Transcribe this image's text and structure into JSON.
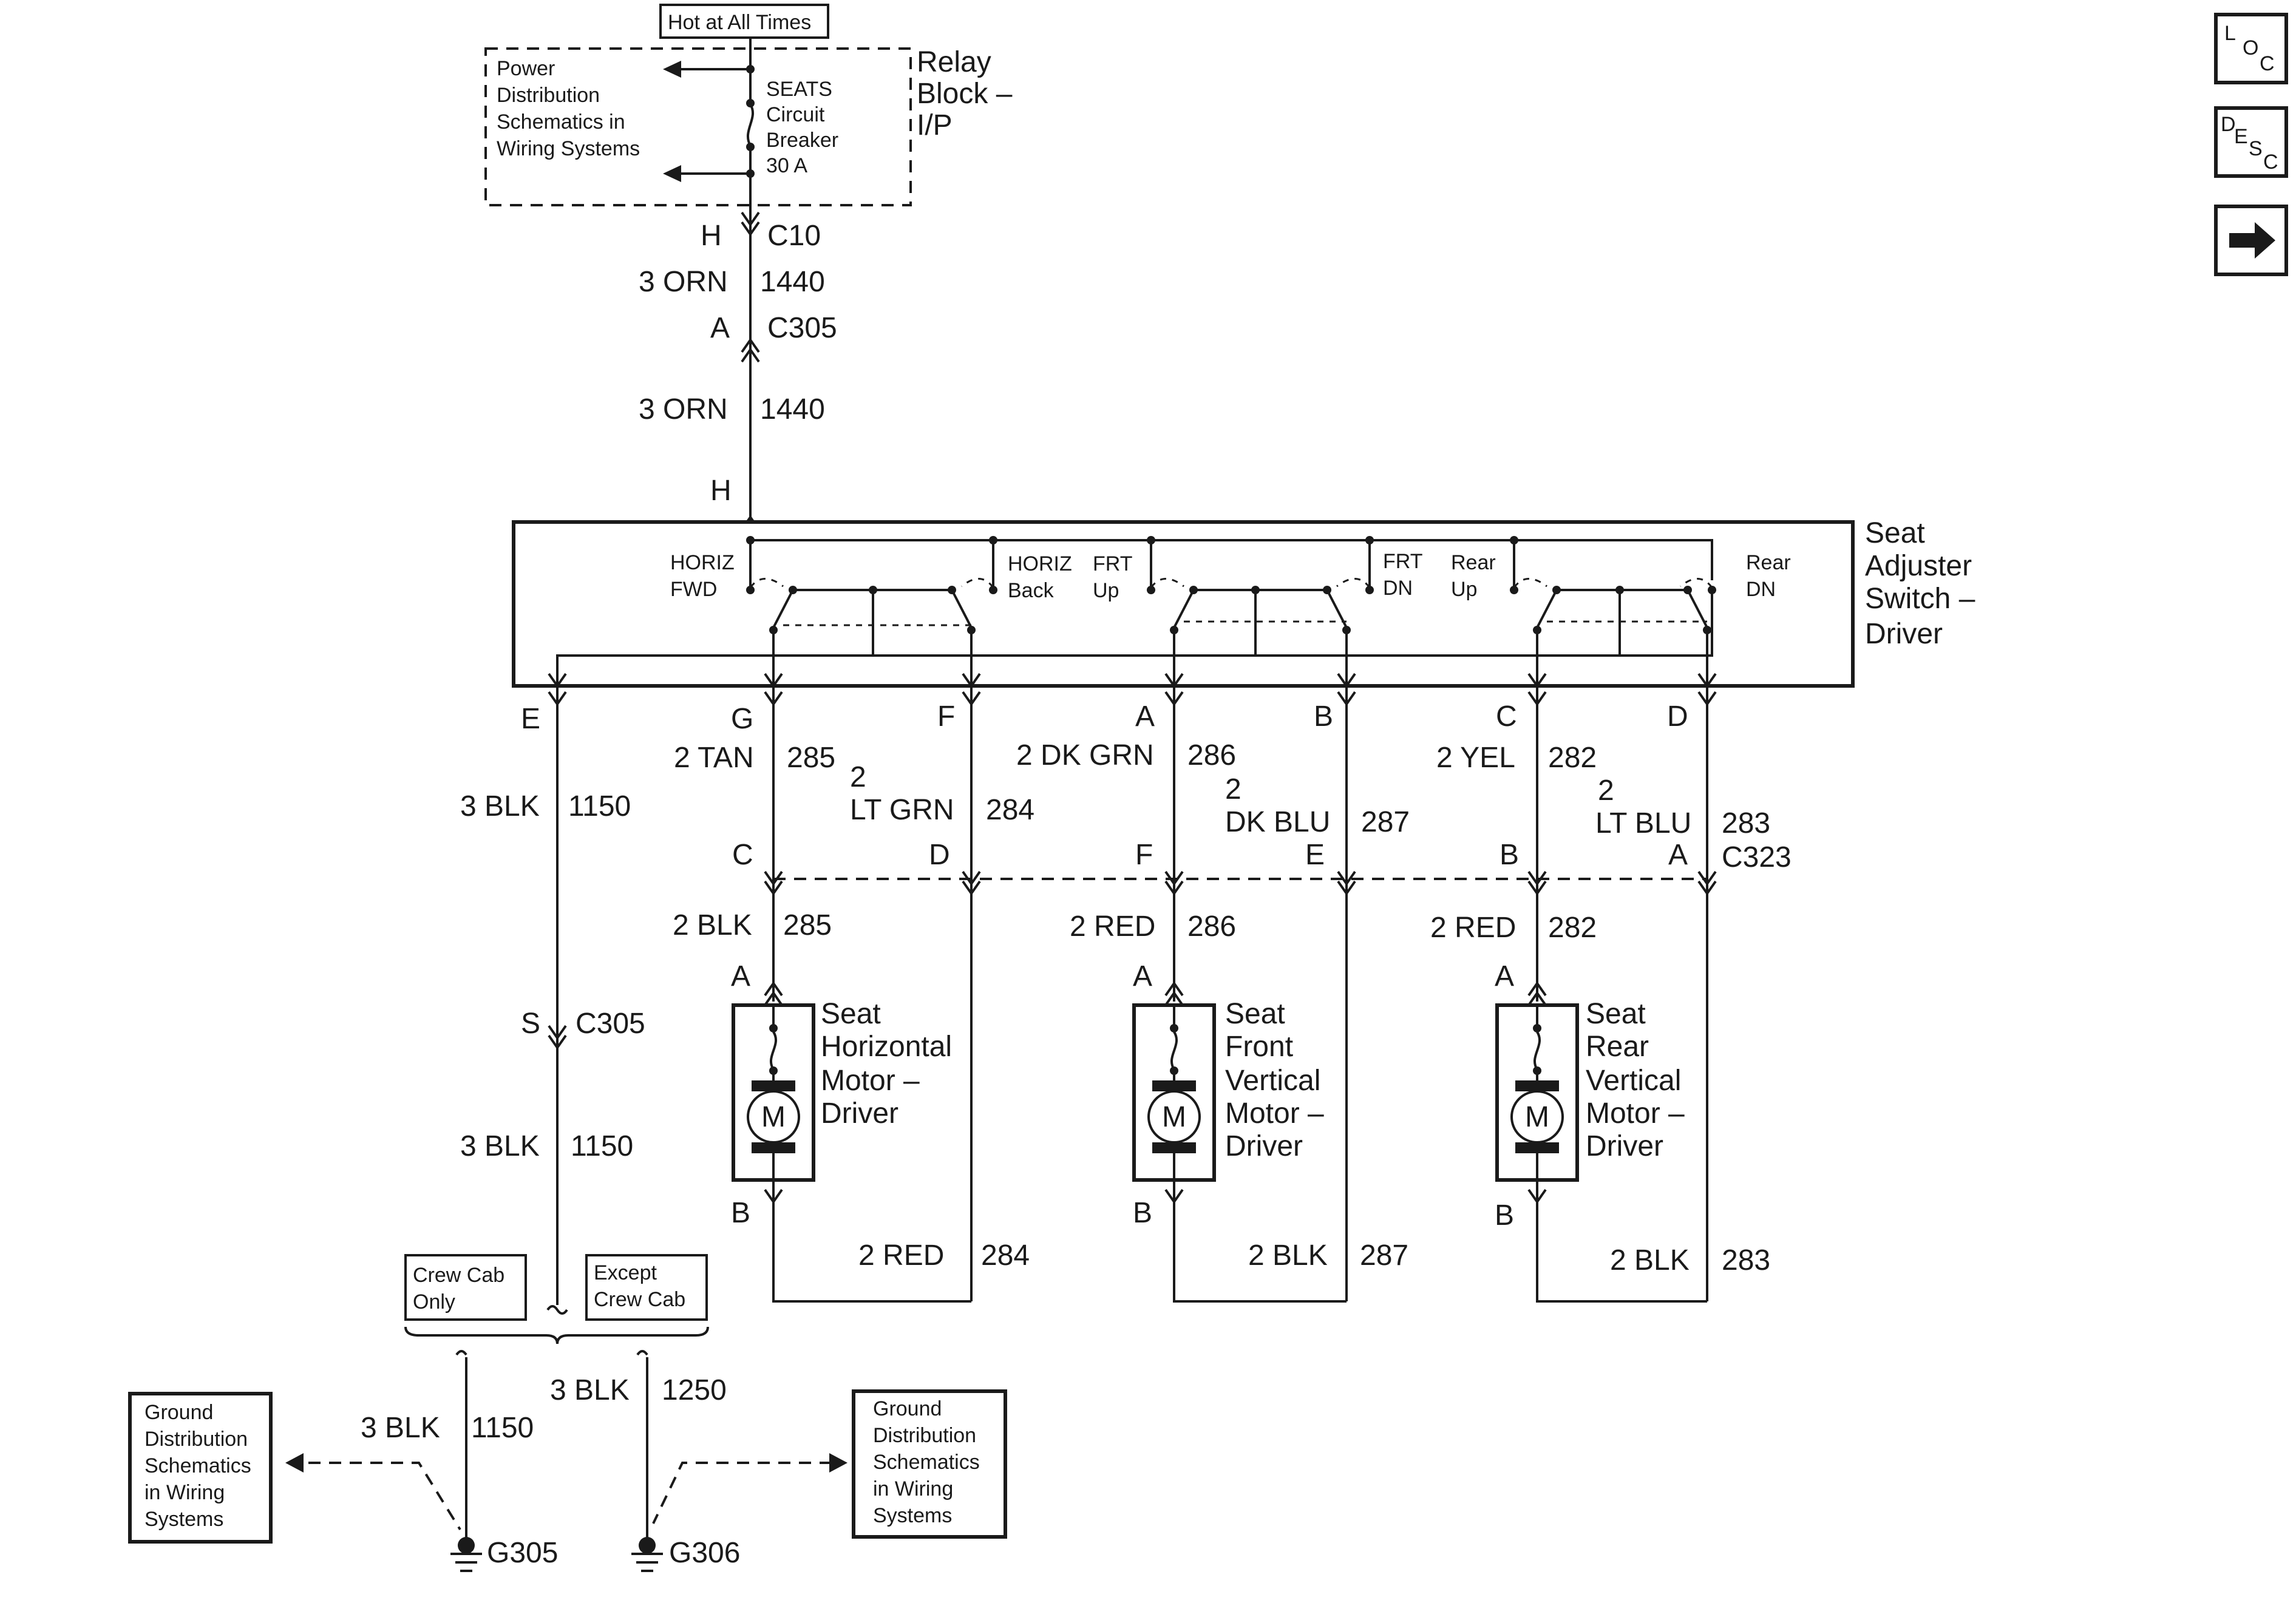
{
  "top": {
    "hot_label": "Hot at All Times",
    "relay_block_lines": [
      "Relay",
      "Block –",
      "I/P"
    ],
    "power_dist_lines": [
      "Power",
      "Distribution",
      "Schematics in",
      "Wiring Systems"
    ],
    "breaker_lines": [
      "SEATS",
      "Circuit",
      "Breaker",
      "30 A"
    ]
  },
  "feed": {
    "c10_pin": "H",
    "c10_name": "C10",
    "wire1_color": "3 ORN",
    "wire1_circuit": "1440",
    "c305_pin": "A",
    "c305_name": "C305",
    "wire2_color": "3 ORN",
    "wire2_circuit": "1440",
    "switch_pin": "H"
  },
  "switch": {
    "name_lines": [
      "Seat",
      "Adjuster",
      "Switch –",
      "Driver"
    ],
    "contacts": [
      {
        "lines": [
          "HORIZ",
          "FWD"
        ]
      },
      {
        "lines": [
          "HORIZ",
          "Back"
        ]
      },
      {
        "lines": [
          "FRT",
          "Up"
        ]
      },
      {
        "lines": [
          "FRT",
          "DN"
        ]
      },
      {
        "lines": [
          "Rear",
          "Up"
        ]
      },
      {
        "lines": [
          "Rear",
          "DN"
        ]
      }
    ],
    "pins": [
      "E",
      "G",
      "F",
      "A",
      "B",
      "C",
      "D"
    ]
  },
  "wires_top": [
    {
      "color": "3 BLK",
      "circuit": "1150"
    },
    {
      "color": "2 TAN",
      "circuit": "285"
    },
    {
      "color_num": "2",
      "color": "LT GRN",
      "circuit": "284"
    },
    {
      "color": "2 DK GRN",
      "circuit": "286"
    },
    {
      "color_num": "2",
      "color": "DK BLU",
      "circuit": "287"
    },
    {
      "color": "2 YEL",
      "circuit": "282"
    },
    {
      "color_num": "2",
      "color": "LT BLU",
      "circuit": "283"
    }
  ],
  "c323": {
    "name": "C323",
    "pins": [
      "C",
      "D",
      "F",
      "E",
      "B",
      "A"
    ]
  },
  "motor_wires": [
    {
      "color": "2 BLK",
      "circuit": "285"
    },
    {
      "color": "2 RED",
      "circuit": "286"
    },
    {
      "color": "2 RED",
      "circuit": "282"
    }
  ],
  "motors": [
    {
      "name_lines": [
        "Seat",
        "Horizontal",
        "Motor –",
        "Driver"
      ],
      "pin_top": "A",
      "pin_bottom": "B",
      "symbol": "M"
    },
    {
      "name_lines": [
        "Seat",
        "Front",
        "Vertical",
        "Motor –",
        "Driver"
      ],
      "pin_top": "A",
      "pin_bottom": "B",
      "symbol": "M"
    },
    {
      "name_lines": [
        "Seat",
        "Rear",
        "Vertical",
        "Motor –",
        "Driver"
      ],
      "pin_top": "A",
      "pin_bottom": "B",
      "symbol": "M"
    }
  ],
  "return_wires": [
    {
      "color": "2 RED",
      "circuit": "284"
    },
    {
      "color": "2 BLK",
      "circuit": "287"
    },
    {
      "color": "2 BLK",
      "circuit": "283"
    }
  ],
  "ground": {
    "s_pin": "S",
    "s_conn": "C305",
    "wire_color": "3 BLK",
    "wire_circuit": "1150",
    "crew_cab_lines": [
      "Crew Cab",
      "Only"
    ],
    "except_crew_cab_lines": [
      "Except",
      "Crew Cab"
    ],
    "left_color": "3 BLK",
    "left_circuit": "1150",
    "right_color": "3 BLK",
    "right_circuit": "1250",
    "g305": "G305",
    "g306": "G306",
    "gnd_dist_left_lines": [
      "Ground",
      "Distribution",
      "Schematics",
      "in Wiring",
      "Systems"
    ],
    "gnd_dist_right_lines": [
      "Ground",
      "Distribution",
      "Schematics",
      "in Wiring",
      "Systems"
    ]
  },
  "side_buttons": {
    "loc": [
      "L",
      "O",
      "C"
    ],
    "desc": [
      "D",
      "E",
      "S",
      "C"
    ],
    "next": "→"
  }
}
